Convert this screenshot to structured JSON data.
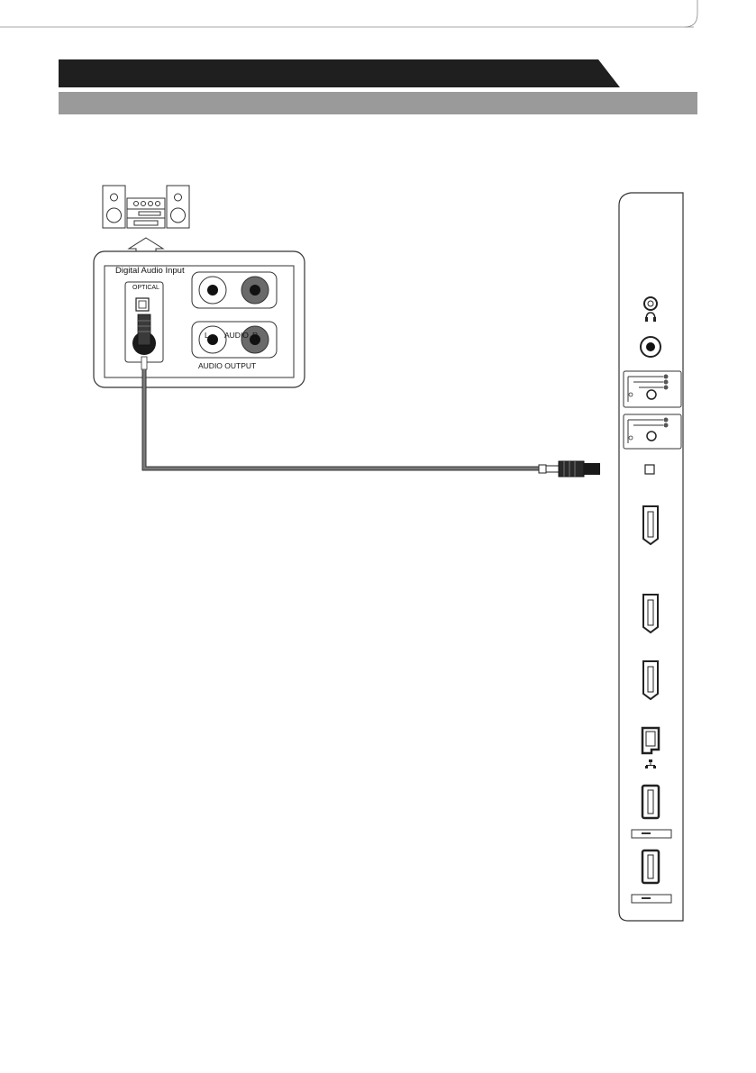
{
  "device_panel": {
    "digital_audio_input_label": "Digital Audio Input",
    "optical_label": "OPTICAL",
    "left_channel_label": "L",
    "audio_label": "AUDIO",
    "right_channel_label": "R",
    "audio_output_label": "AUDIO OUTPUT"
  },
  "tv_panel": {
    "ports": [
      "headphone-jack",
      "av-in",
      "component-in-1",
      "component-in-2",
      "optical-out",
      "hdmi-1",
      "hdmi-2",
      "hdmi-3",
      "lan",
      "usb-1",
      "usb-2"
    ]
  },
  "colors": {
    "header_dark": "#1f1f1f",
    "header_gray": "#9a9a9a",
    "cable": "#6b6b6b"
  }
}
